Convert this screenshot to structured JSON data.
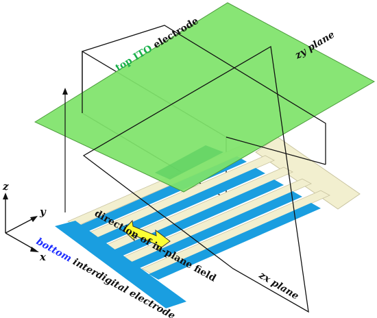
{
  "labels": {
    "top_prefix": "top ",
    "top_ito": "ITO",
    "top_suffix": " electrode",
    "zy_plane": "zy plane",
    "zx_plane": "zx plane",
    "bottom": "bottom",
    "interdigital": " interdigital electrode",
    "direction": "direction of in-plane field",
    "axis_z": "z",
    "axis_y": "y",
    "axis_x": "x"
  },
  "colors": {
    "top_plane": "#7fe36a",
    "top_plane_edge": "#4a9a3a",
    "blue_electrode": "#1a9ee0",
    "cream_electrode": "#f2efcf",
    "cream_edge": "#c9c4a0",
    "arrow_fill": "#fbff33",
    "green_label": "#19b04a",
    "blue_label": "#1e2fff"
  }
}
